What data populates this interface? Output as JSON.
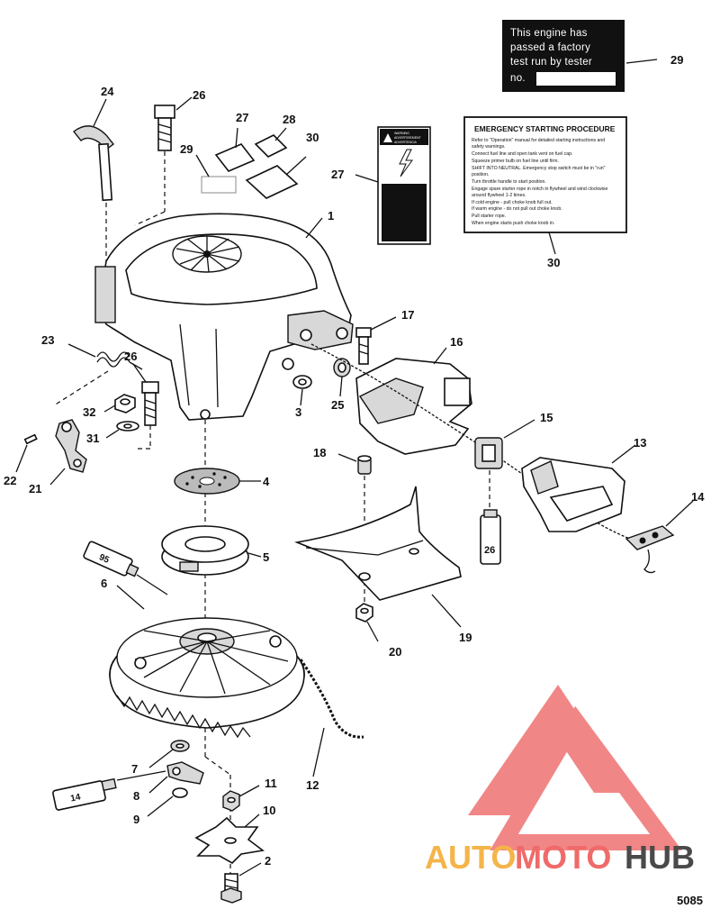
{
  "figure_number": "5085",
  "decal_29": {
    "lines": [
      "This engine has",
      "passed a factory",
      "test run by tester",
      "no."
    ]
  },
  "decal_27": {
    "header_lines": [
      "WARNING",
      "ADVERTISEMENT",
      "ADVERTENCIA"
    ]
  },
  "procedure_decal": {
    "title": "EMERGENCY STARTING PROCEDURE",
    "lines": [
      "Refer to \"Operation\" manual for detailed starting instructions and",
      "safety warnings.",
      "Connect fuel line and open tank vent on fuel cap.",
      "Squeeze primer bulb on fuel line until firm.",
      "SHIFT INTO NEUTRAL. Emergency stop switch must be in \"run\"",
      "position.",
      "Turn throttle handle to start position.",
      "Engage spare starter rope in notch in flywheel and wind clockwise",
      "around flywheel 1-2 times.",
      "If cold engine - pull choke knob full out.",
      "If warm engine - do not pull out choke knob.",
      "Pull starter rope.",
      "When engine starts push choke knob in."
    ]
  },
  "callouts": {
    "c1": "1",
    "c2": "2",
    "c3": "3",
    "c4": "4",
    "c5": "5",
    "c6": "6",
    "c7": "7",
    "c8": "8",
    "c9": "9",
    "c10": "10",
    "c11": "11",
    "c12": "12",
    "c13": "13",
    "c14": "14",
    "c15": "15",
    "c16": "16",
    "c17": "17",
    "c18": "18",
    "c19": "19",
    "c20": "20",
    "c21": "21",
    "c22": "22",
    "c23": "23",
    "c24": "24",
    "c25": "25",
    "c26a": "26",
    "c26b": "26",
    "c27a": "27",
    "c27b": "27",
    "c28": "28",
    "c29a": "29",
    "c29b": "29",
    "c30a": "30",
    "c30b": "30",
    "c31": "31",
    "c32": "32"
  },
  "tube_labels": {
    "t95": "95",
    "t26": "26",
    "t14": "14"
  },
  "watermark": {
    "part1": "AUTO",
    "part2": "MOTO",
    "part3": "HUB",
    "colors": {
      "orange": "#f5b44a",
      "red": "#f06a6a",
      "gray": "#4a4a4a",
      "triangle": "#f07a7a"
    }
  }
}
